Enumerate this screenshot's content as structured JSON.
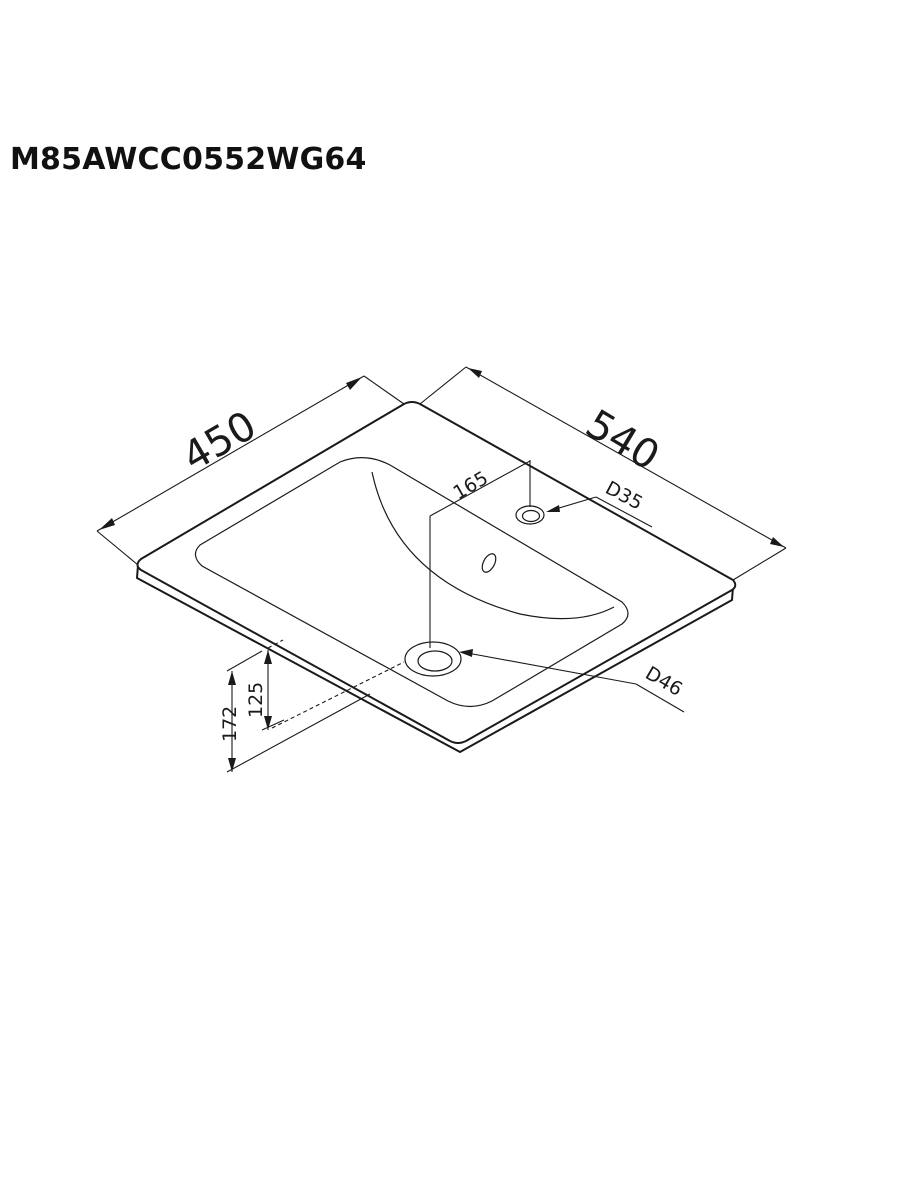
{
  "title": "M85AWCC0552WG64",
  "dimensions": {
    "depth": "450",
    "width": "540",
    "faucet_offset": "165",
    "faucet_hole": "D35",
    "drain_hole": "D46",
    "drain_height": "125",
    "total_height": "172"
  }
}
